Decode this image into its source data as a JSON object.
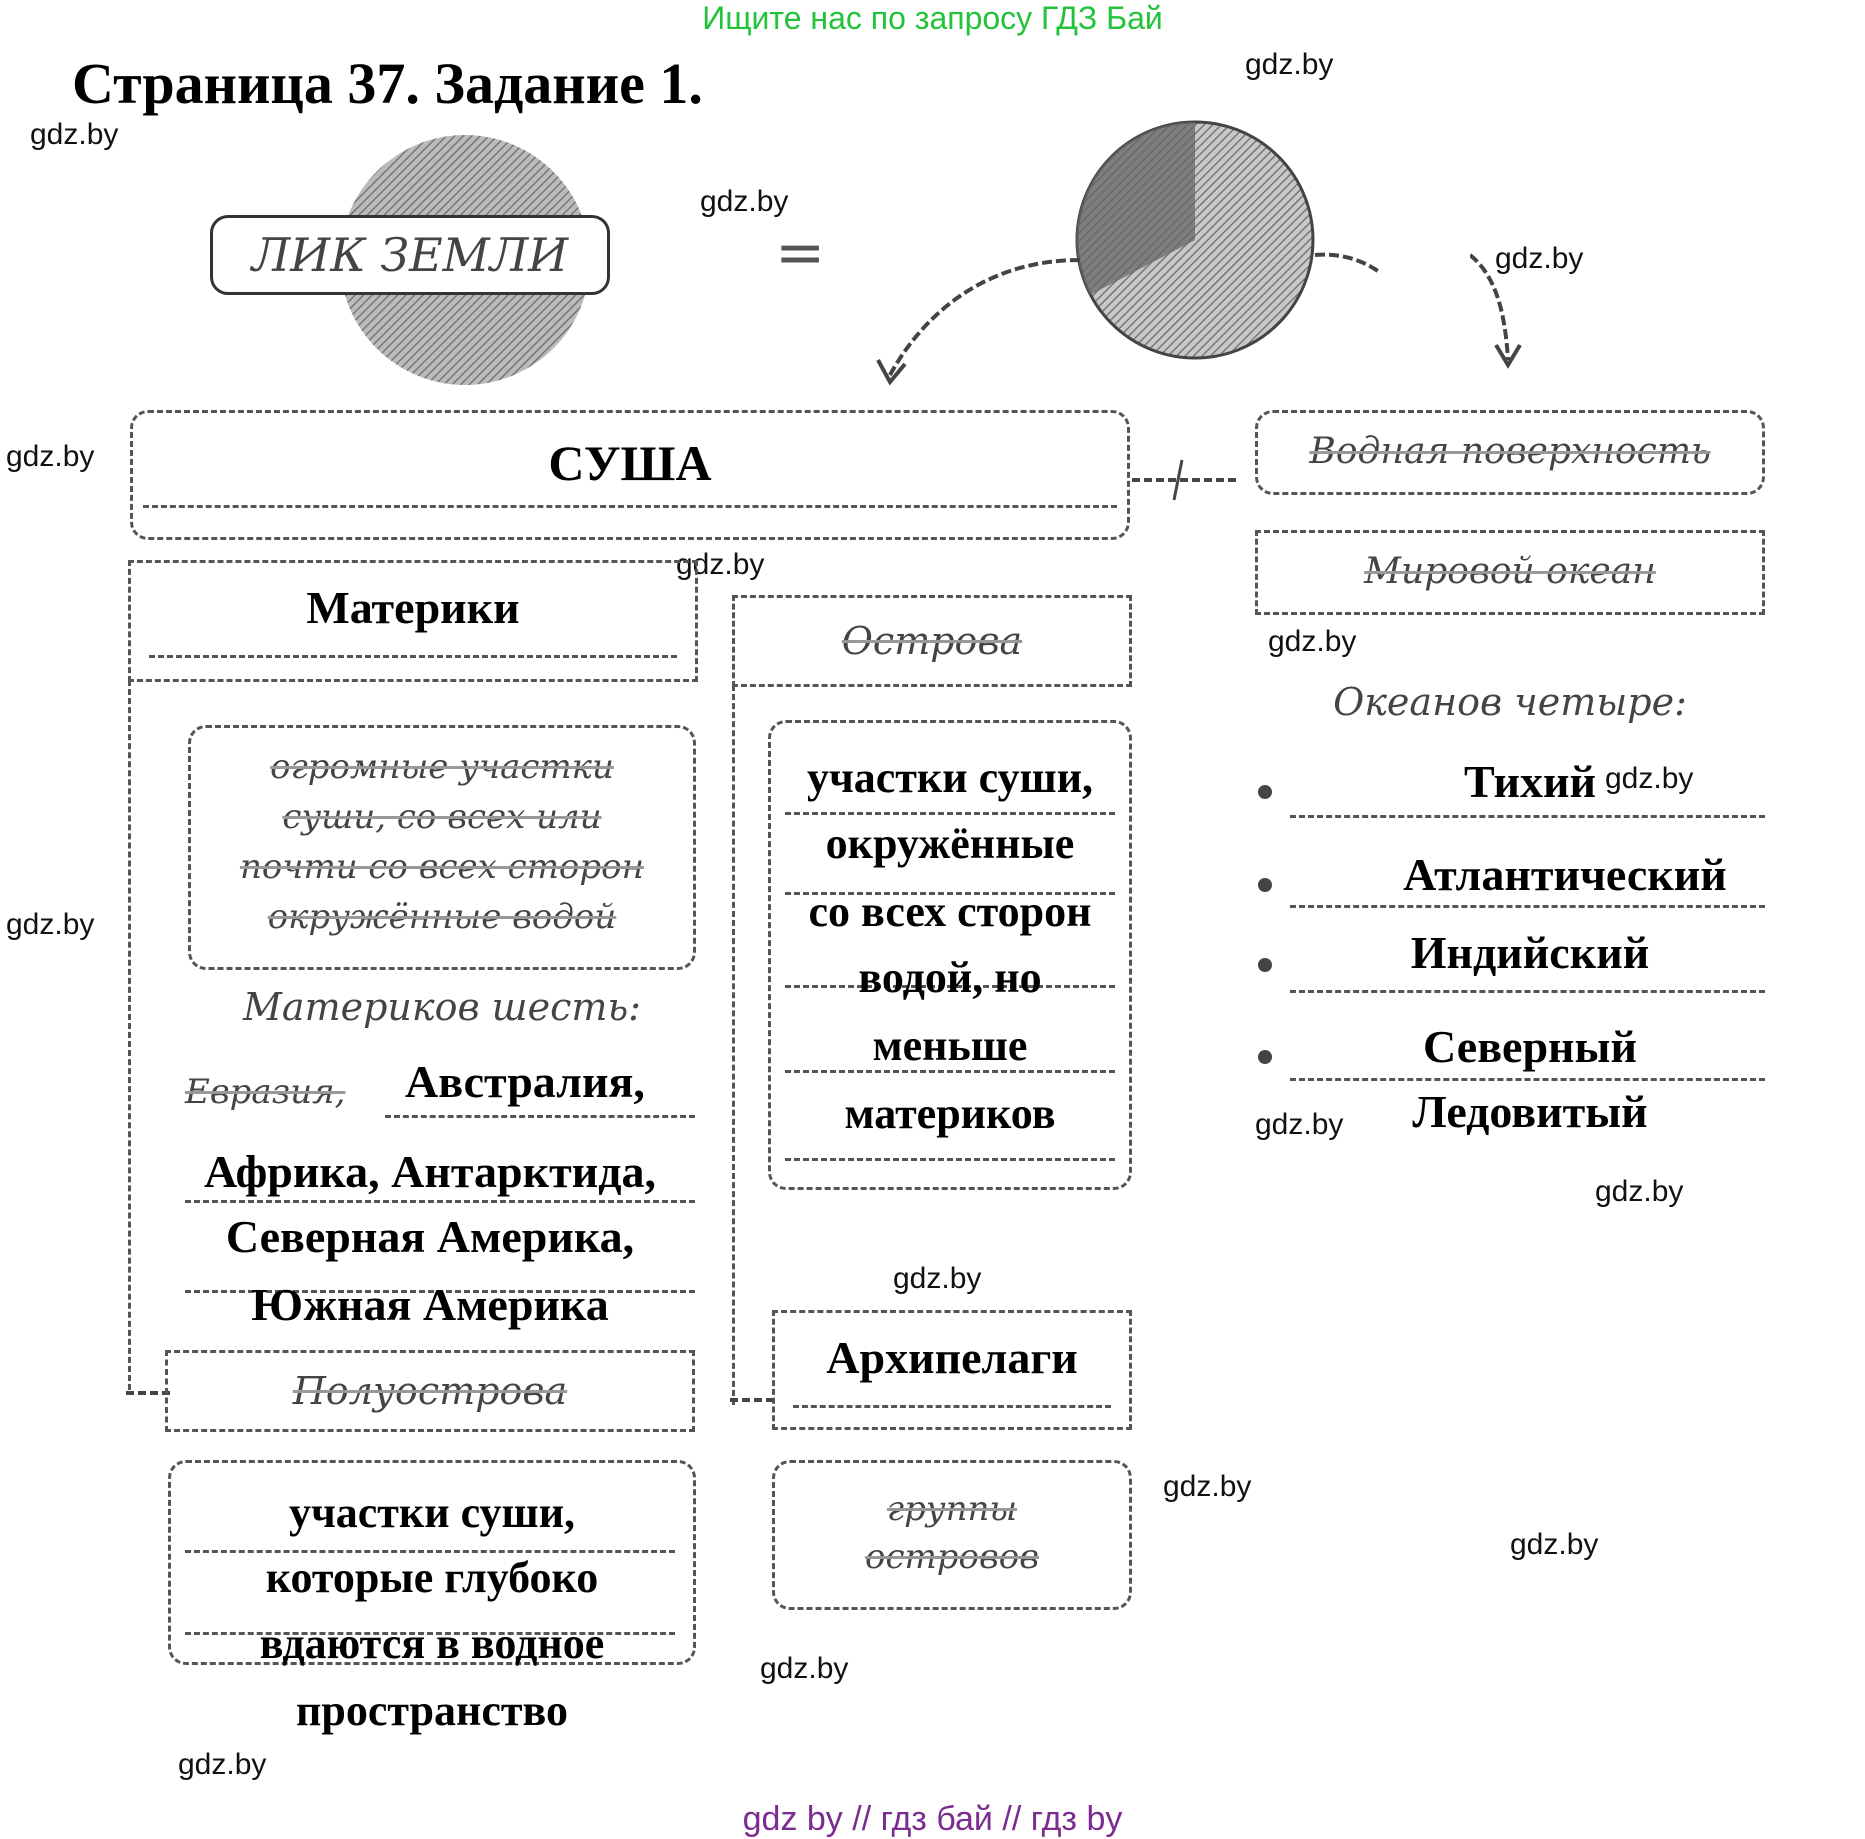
{
  "header": {
    "promo": "Ищите нас по запросу ГДЗ Бай",
    "title": "Страница 37. Задание 1."
  },
  "earth": {
    "label": "ЛИК ЗЕМЛИ",
    "equals": "="
  },
  "land": {
    "title": "СУША",
    "continents": {
      "heading": "Материки",
      "definition": "огромные участки суши, со всех или почти со всех сторон окружённые водой",
      "count_label": "Материков шесть:",
      "first": "Евразия,",
      "lines": [
        "Австралия,",
        "Африка, Антарктида,",
        "Северная Америка,",
        "Южная Америка"
      ]
    },
    "peninsulas": {
      "heading": "Полуострова",
      "definition_lines": [
        "участки суши,",
        "которые глубоко",
        "вдаются в водное",
        "пространство"
      ]
    },
    "islands": {
      "heading": "Острова",
      "definition_lines": [
        "участки суши,",
        "окружённые",
        "со всех сторон",
        "водой, но",
        "меньше",
        "материков"
      ]
    },
    "archipelagos": {
      "heading": "Архипелаги",
      "definition": "группы островов"
    }
  },
  "water": {
    "title": "Водная поверхность",
    "ocean": "Мировой океан",
    "count_label": "Океанов четыре:",
    "oceans": [
      "Тихий",
      "Атлантический",
      "Индийский",
      "Северный",
      "Ледовитый"
    ]
  },
  "watermarks": [
    "gdz.by"
  ],
  "footer": "gdz by  //  гдз бай  //  гдз by",
  "colors": {
    "promo": "#22c33a",
    "footer": "#7a2c8f"
  }
}
